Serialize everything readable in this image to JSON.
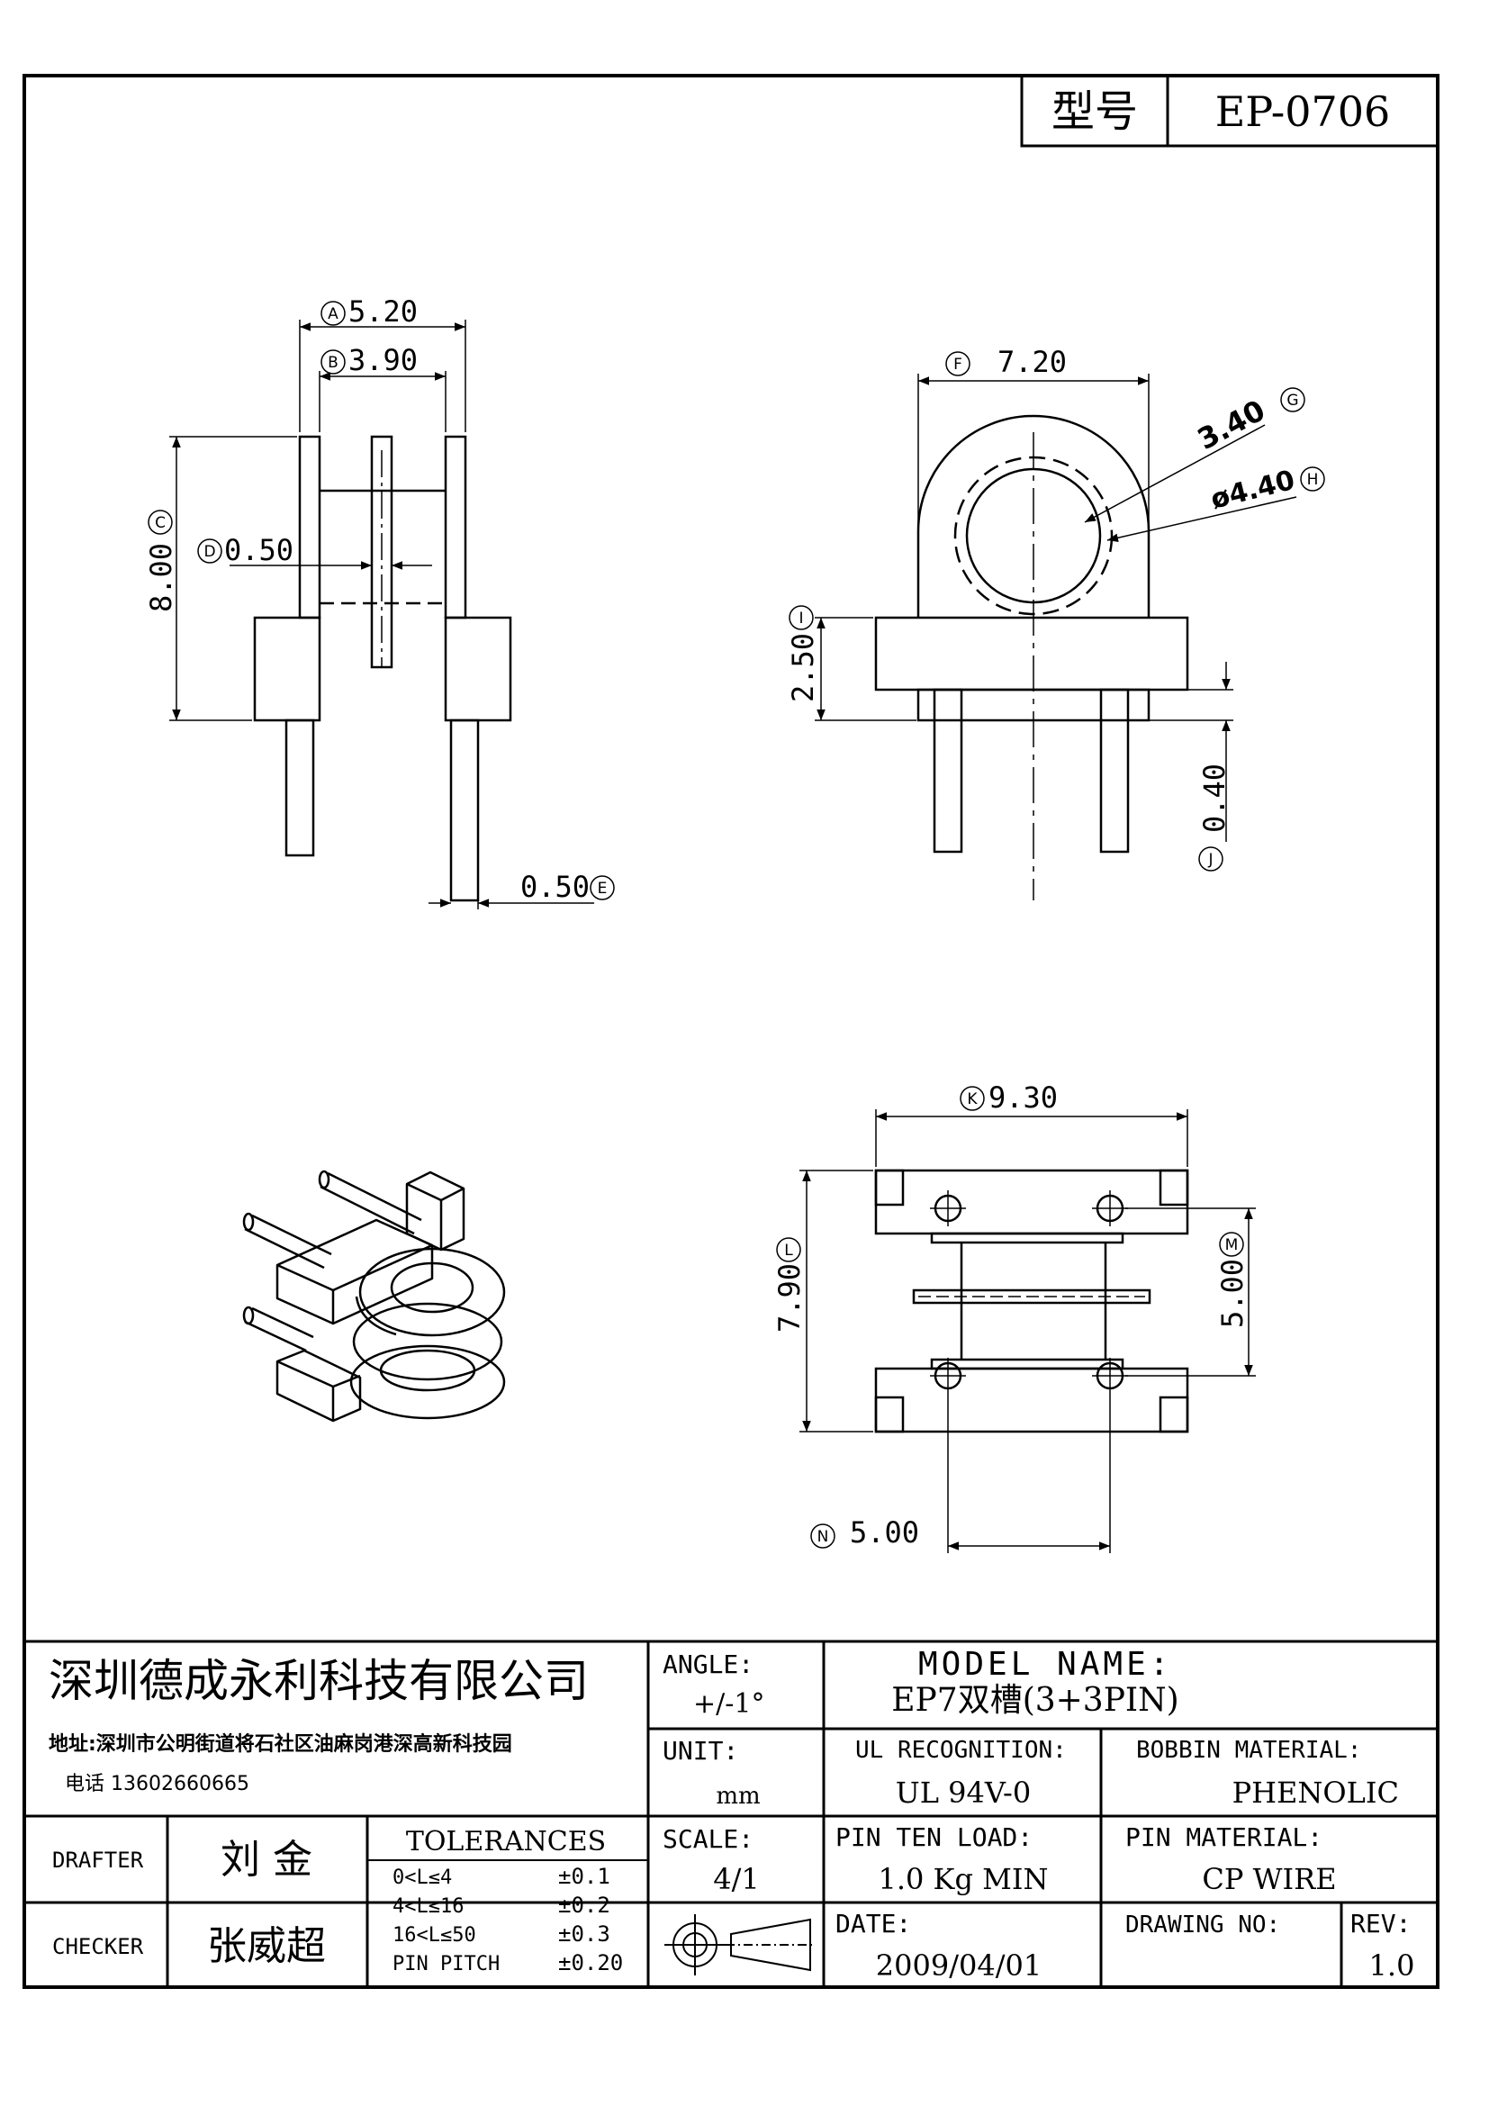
{
  "header": {
    "model_label": "型号",
    "model_value": "EP-0706"
  },
  "dimensions": {
    "A": "5.20",
    "B": "3.90",
    "C": "8.00",
    "D": "0.50",
    "E": "0.50",
    "F": "7.20",
    "G": "3.40",
    "H": "ø4.40",
    "I": "2.50",
    "J": "0.40",
    "K": "9.30",
    "L": "7.90",
    "M": "5.00",
    "N": "5.00"
  },
  "dimension_markers": [
    "A",
    "B",
    "C",
    "D",
    "E",
    "F",
    "G",
    "H",
    "I",
    "J",
    "K",
    "L",
    "M",
    "N"
  ],
  "title_block": {
    "company": "深圳德成永利科技有限公司",
    "address": "地址:深圳市公明街道将石社区油麻岗港深高新科技园",
    "phone": "电话 13602660665",
    "angle_label": "ANGLE:",
    "angle_value": "+/-1°",
    "model_name_label": "MODEL NAME:",
    "model_name_value": "EP7双槽(3+3PIN)",
    "unit_label": "UNIT:",
    "unit_value": "mm",
    "ul_label": "UL RECOGNITION:",
    "ul_value": "UL 94V-0",
    "bobbin_label": "BOBBIN MATERIAL:",
    "bobbin_value": "PHENOLIC",
    "drafter_label": "DRAFTER",
    "drafter_value": "刘  金",
    "checker_label": "CHECKER",
    "checker_value": "张威超",
    "tolerances_label": "TOLERANCES",
    "tolerances": [
      {
        "range": "0<L≤4",
        "value": "±0.1"
      },
      {
        "range": "4<L≤16",
        "value": "±0.2"
      },
      {
        "range": "16<L≤50",
        "value": "±0.3"
      },
      {
        "range": "PIN PITCH",
        "value": "±0.20"
      }
    ],
    "scale_label": "SCALE:",
    "scale_value": "4/1",
    "pin_load_label": "PIN TEN LOAD:",
    "pin_load_value": "1.0 Kg MIN",
    "pin_material_label": "PIN MATERIAL:",
    "pin_material_value": "CP WIRE",
    "date_label": "DATE:",
    "date_value": "2009/04/01",
    "drawing_no_label": "DRAWING NO:",
    "rev_label": "REV:",
    "rev_value": "1.0"
  }
}
